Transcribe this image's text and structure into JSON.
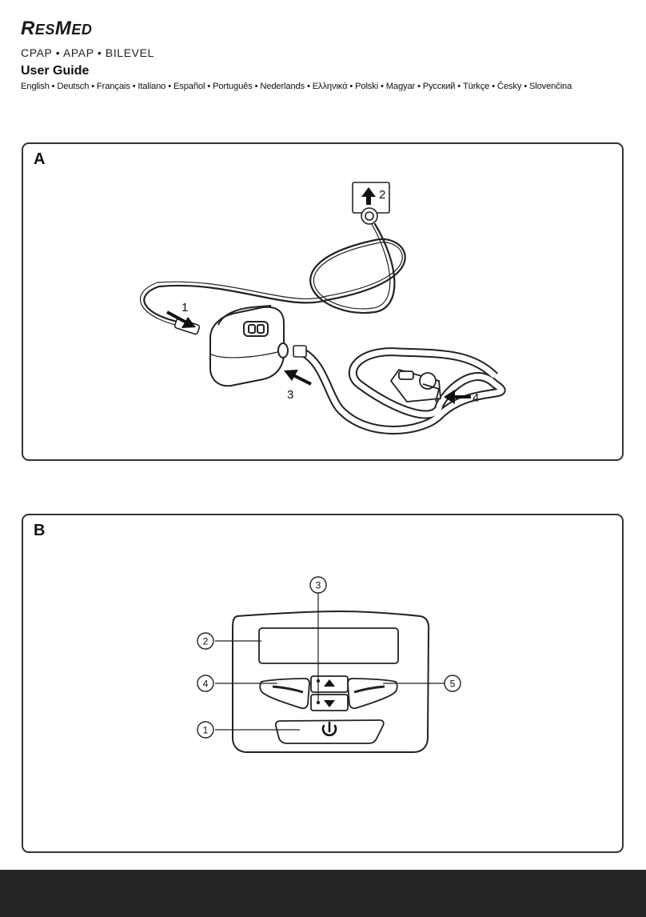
{
  "header": {
    "brand": "ResMed",
    "brand_parts": {
      "first_cap": "R",
      "first_rest": "ES",
      "second_cap": "M",
      "second_rest": "ED"
    },
    "modes": "CPAP • APAP • BILEVEL",
    "title": "User Guide",
    "languages": "English • Deutsch • Français • Italiano • Español • Português • Nederlands • Ελληνικά • Polski • Magyar • Русский • Türkçe • Česky • Slovenčina"
  },
  "panel_a": {
    "letter": "A",
    "callouts": [
      "1",
      "2",
      "3",
      "4"
    ]
  },
  "panel_b": {
    "letter": "B",
    "callouts": [
      "1",
      "2",
      "3",
      "4",
      "5"
    ],
    "power_icon": "power-icon",
    "up_icon": "triangle-up-icon",
    "down_icon": "triangle-down-icon"
  },
  "colors": {
    "line": "#222222",
    "fill": "#ffffff",
    "footer": "#252525"
  }
}
